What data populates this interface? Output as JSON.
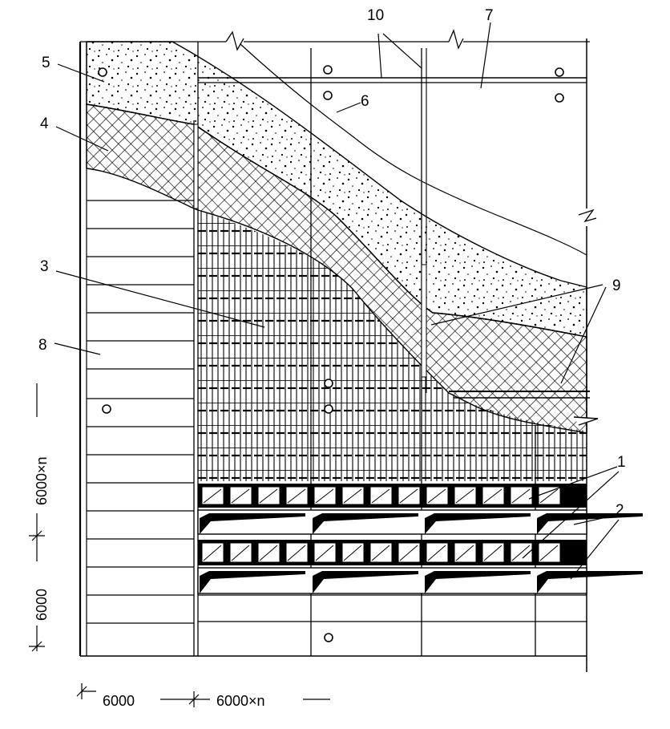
{
  "callouts": {
    "c1": "1",
    "c2": "2",
    "c3": "3",
    "c4": "4",
    "c5": "5",
    "c6": "6",
    "c7": "7",
    "c8": "8",
    "c9": "9",
    "c10": "10"
  },
  "dimensions": {
    "bottom_left": "6000",
    "bottom_right": "6000×n",
    "side_lower": "6000",
    "side_upper": "6000×n"
  }
}
